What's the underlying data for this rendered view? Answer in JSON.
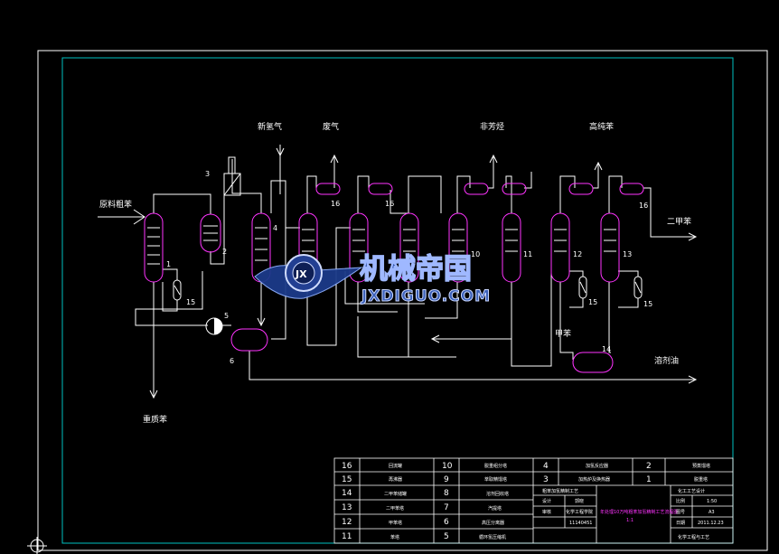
{
  "colors": {
    "background": "#000000",
    "frame_outer": "#ffffff",
    "frame_inner": "#00c0c0",
    "vessel": "#ff33ff",
    "pipe": "#ffffff",
    "watermark": "#3a5fb8"
  },
  "stream_labels": {
    "feed": "原料粗苯",
    "hydrogen": "新氢气",
    "offgas": "废气",
    "nonaromatics": "非芳烃",
    "benzene": "高纯苯",
    "toluene": "甲苯",
    "xylene": "二甲苯",
    "heavy": "重质苯",
    "solvent": "溶剂油"
  },
  "equipment_numbers": {
    "t1": "1",
    "t2": "2",
    "t3": "3",
    "t4": "4",
    "t5": "5",
    "t6": "6",
    "t10": "10",
    "t11": "11",
    "t12": "12",
    "t13": "13",
    "t14": "14",
    "d16a": "16",
    "d16b": "16",
    "d16c": "16",
    "h15a": "15",
    "h15b": "15",
    "h15c": "15"
  },
  "watermark": {
    "title": "机械帝国",
    "site": "JXDIGUO.COM",
    "emblem": "JX"
  },
  "title_block": {
    "left_rows": [
      {
        "n1": "16",
        "t1": "回流罐",
        "n2": "10",
        "t2": "脱重组分塔"
      },
      {
        "n1": "15",
        "t1": "再沸器",
        "n2": "9",
        "t2": "萃取精馏塔"
      },
      {
        "n1": "14",
        "t1": "二甲苯储罐",
        "n2": "8",
        "t2": "溶剂回收塔"
      },
      {
        "n1": "13",
        "t1": "二甲苯塔",
        "n2": "7",
        "t2": "汽提塔"
      },
      {
        "n1": "12",
        "t1": "甲苯塔",
        "n2": "6",
        "t2": "高压分离器"
      },
      {
        "n1": "11",
        "t1": "苯塔",
        "n2": "5",
        "t2": "循环氢压缩机"
      }
    ],
    "right_rows": [
      {
        "n1": "4",
        "t1": "加氢反应器",
        "n2": "2",
        "t2": "预蒸馏塔"
      },
      {
        "n1": "3",
        "t1": "加热炉及换热器",
        "n2": "1",
        "t2": "脱重塔"
      }
    ],
    "project": "粗苯加氢精制工艺",
    "drawing_title": "年处理10万吨粗苯加氢精制工艺流程图",
    "scale_note": "1:1",
    "design_role": "设计",
    "designer": "郭晓",
    "school": "化学工程学院",
    "class_id": "11140451",
    "check_role": "审核",
    "field_labels": [
      "比例",
      "图号",
      "日期"
    ],
    "field_values": [
      "1:50",
      "A3",
      "2011.12.23"
    ],
    "dept": "化工工艺设计",
    "dept2": "化学工程与工艺"
  }
}
